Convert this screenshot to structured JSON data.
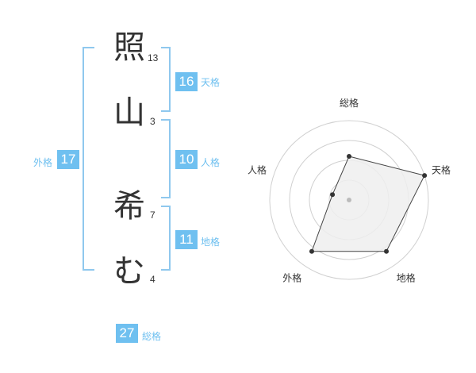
{
  "name": {
    "chars": [
      {
        "char": "照",
        "strokes": "13"
      },
      {
        "char": "山",
        "strokes": "3"
      },
      {
        "char": "希",
        "strokes": "7"
      },
      {
        "char": "む",
        "strokes": "4"
      }
    ]
  },
  "scores": {
    "tenkaku": {
      "value": "16",
      "label": "天格"
    },
    "jinkaku": {
      "value": "10",
      "label": "人格"
    },
    "chikaku": {
      "value": "11",
      "label": "地格"
    },
    "gaikaku": {
      "value": "17",
      "label": "外格"
    },
    "soukaku": {
      "value": "27",
      "label": "総格"
    }
  },
  "chart_data": {
    "type": "radar",
    "axes": [
      "総格",
      "天格",
      "地格",
      "外格",
      "人格"
    ],
    "values": [
      0.55,
      1.0,
      0.8,
      0.8,
      0.22
    ],
    "rings": 4,
    "colors": {
      "fill": "#eeeeee",
      "stroke": "#444444",
      "grid": "#d0d0d0",
      "point": "#333333",
      "center": "#bbbbbb"
    }
  }
}
